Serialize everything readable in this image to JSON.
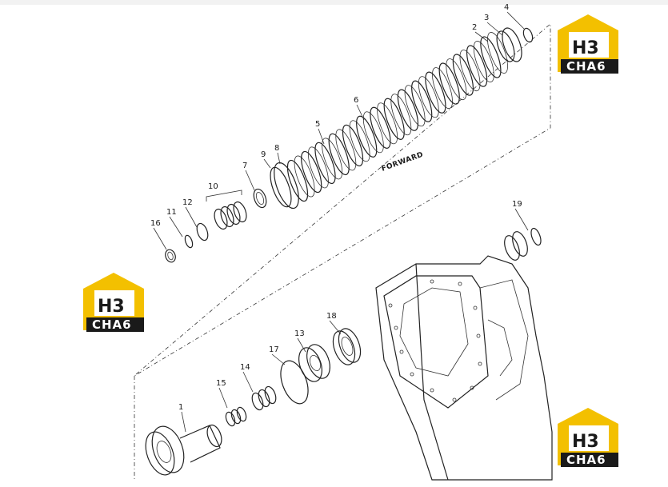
{
  "labels": {
    "forward": "FORWARD",
    "callouts": [
      "1",
      "2",
      "3",
      "4",
      "5",
      "6",
      "7",
      "8",
      "9",
      "10",
      "11",
      "12",
      "13",
      "14",
      "15",
      "16",
      "17",
      "18",
      "19"
    ]
  },
  "logos": [
    {
      "mark": "H3",
      "text": "CHA6",
      "color_roof": "#f3c000",
      "color_band": "#1a1a1a"
    },
    {
      "mark": "H3",
      "text": "CHA6",
      "color_roof": "#f3c000",
      "color_band": "#1a1a1a"
    },
    {
      "mark": "H3",
      "text": "CHA6",
      "color_roof": "#f3c000",
      "color_band": "#1a1a1a"
    }
  ]
}
